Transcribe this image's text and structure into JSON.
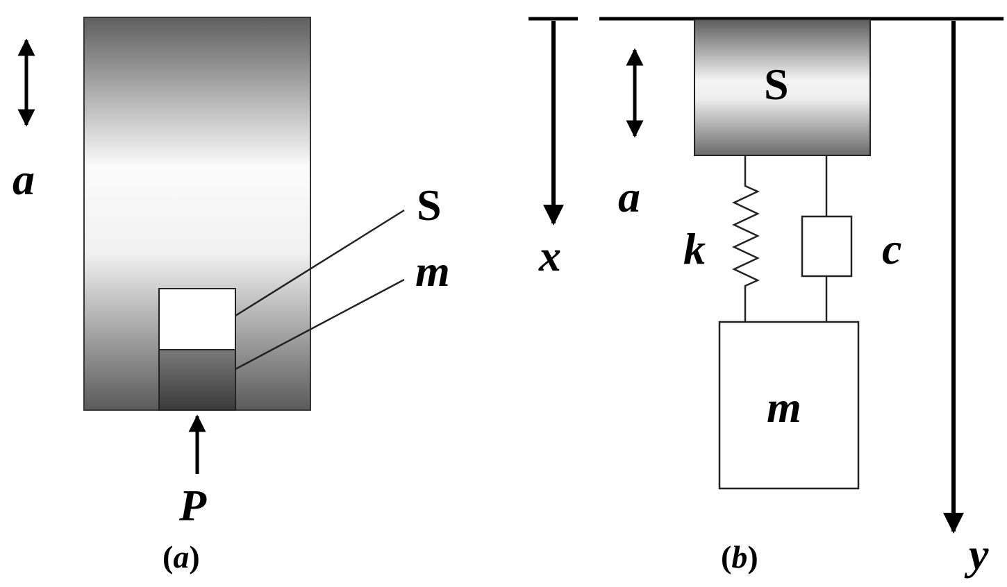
{
  "panel_a": {
    "arrow_label": "a",
    "sensor_label": "S",
    "mass_label": "m",
    "force_label": "P",
    "caption_open": "(",
    "caption_letter": "a",
    "caption_close": ")"
  },
  "panel_b": {
    "sensor_label": "S",
    "arrow_label": "a",
    "x_axis_label": "x",
    "spring_label": "k",
    "damper_label": "c",
    "mass_label": "m",
    "y_axis_label": "y",
    "caption_open": "(",
    "caption_letter": "b",
    "caption_close": ")"
  },
  "colors": {
    "housing_dark": "#5f5f5f",
    "housing_light": "#fbfbfb",
    "mass_dark": "#3d3d3d",
    "mass_mid": "#6e6e6e",
    "line": "#000000"
  }
}
